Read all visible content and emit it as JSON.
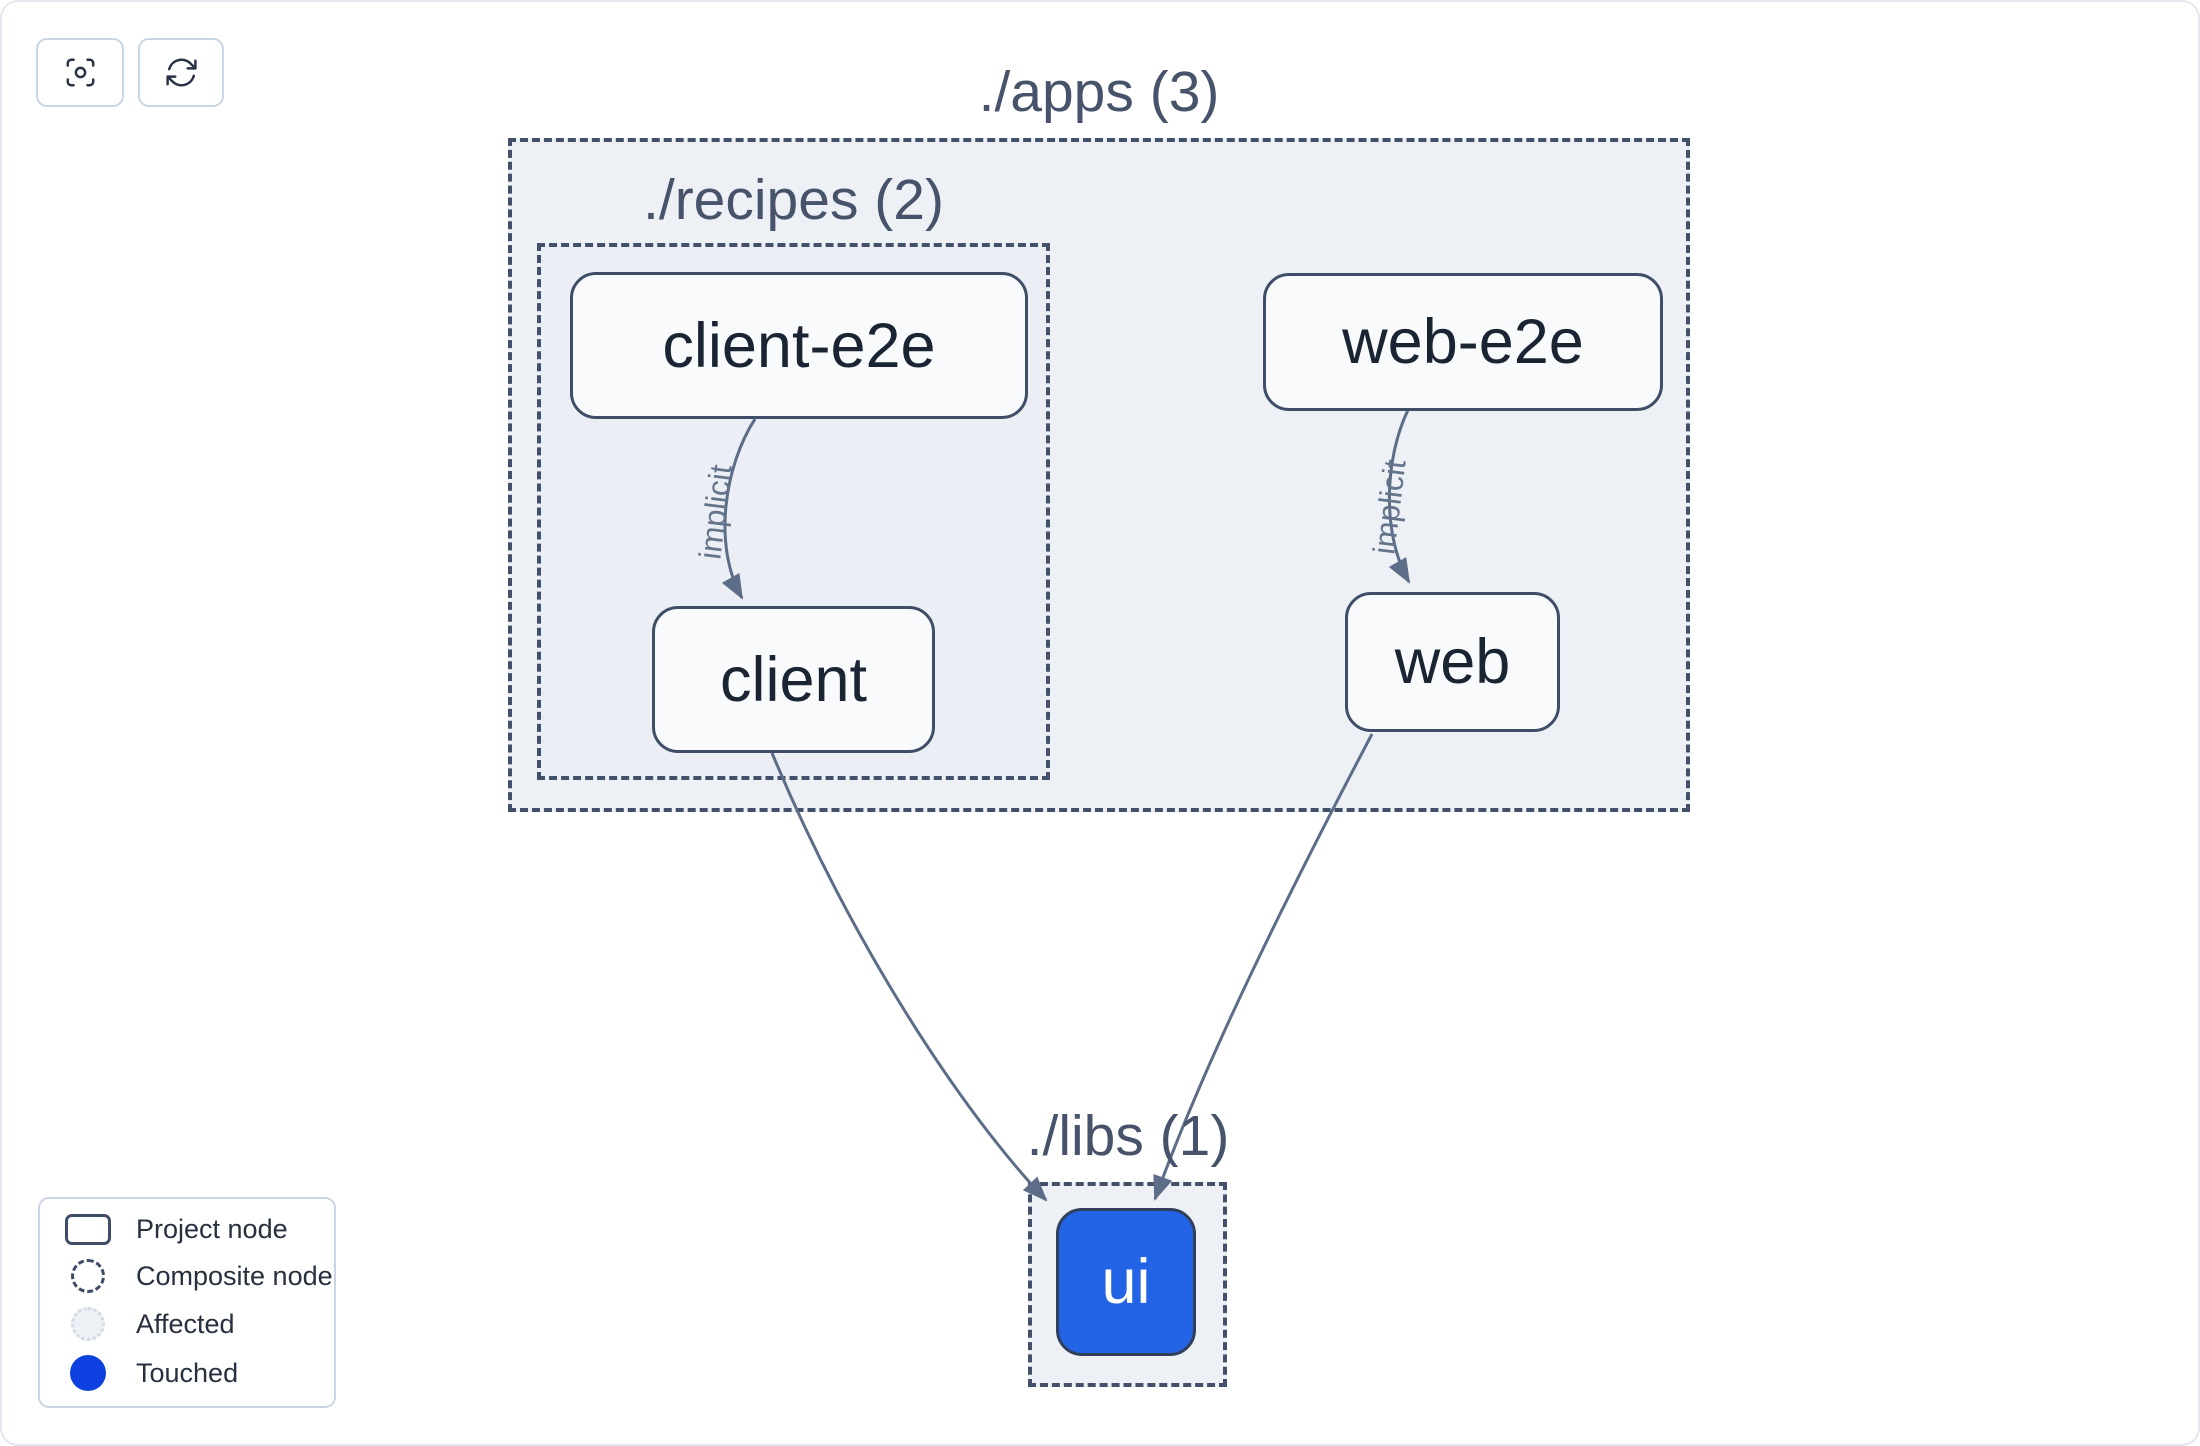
{
  "app": {
    "name": "project-graph-viewer"
  },
  "toolbar": {
    "buttons": [
      {
        "name": "focus-viewport",
        "icon": "viewfinder-circle-icon"
      },
      {
        "name": "refresh-graph",
        "icon": "refresh-icon"
      }
    ]
  },
  "graph": {
    "groups": [
      {
        "id": "apps",
        "label": "./apps (3)"
      },
      {
        "id": "recipes",
        "label": "./recipes (2)"
      },
      {
        "id": "libs",
        "label": "./libs (1)"
      }
    ],
    "nodes": [
      {
        "id": "client-e2e",
        "label": "client-e2e",
        "state": "normal",
        "parent": "recipes"
      },
      {
        "id": "web-e2e",
        "label": "web-e2e",
        "state": "normal",
        "parent": "apps"
      },
      {
        "id": "client",
        "label": "client",
        "state": "normal",
        "parent": "recipes"
      },
      {
        "id": "web",
        "label": "web",
        "state": "normal",
        "parent": "apps"
      },
      {
        "id": "ui",
        "label": "ui",
        "state": "touched",
        "parent": "libs"
      }
    ],
    "edges": [
      {
        "from": "client-e2e",
        "to": "client",
        "label": "implicit"
      },
      {
        "from": "web-e2e",
        "to": "web",
        "label": "implicit"
      },
      {
        "from": "client",
        "to": "ui",
        "label": ""
      },
      {
        "from": "web",
        "to": "ui",
        "label": ""
      }
    ]
  },
  "legend": {
    "items": [
      {
        "label": "Project node",
        "swatch": "project-node"
      },
      {
        "label": "Composite node",
        "swatch": "composite-node"
      },
      {
        "label": "Affected",
        "swatch": "affected"
      },
      {
        "label": "Touched",
        "swatch": "touched"
      }
    ]
  },
  "colors": {
    "touched_node_fill": "#2364e6",
    "touched_legend_dot": "#0e40e2",
    "group_fill": "#edf0f5",
    "dashed_border": "#43506a",
    "node_border": "#3f4e66",
    "node_fill": "#f9fafc",
    "node_text": "#1a2433",
    "group_label_text": "#47536b",
    "edge_stroke": "#5d6d87",
    "edge_label_text": "#64748b",
    "card_border": "#e3e8ef"
  }
}
